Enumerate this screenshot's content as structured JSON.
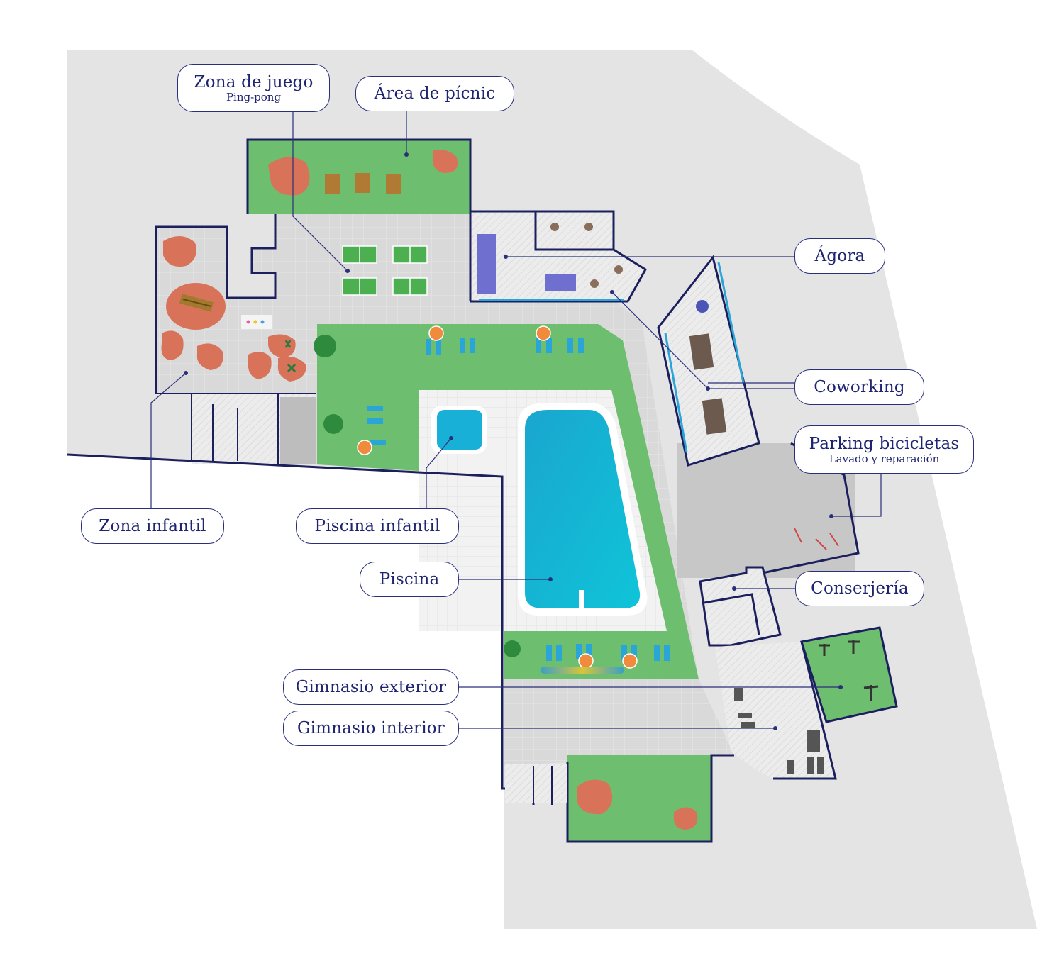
{
  "labels": {
    "zona_juego": {
      "title": "Zona de juego",
      "subtitle": "Ping-pong"
    },
    "area_picnic": {
      "title": "Área de pícnic"
    },
    "agora": {
      "title": "Ágora"
    },
    "coworking": {
      "title": "Coworking"
    },
    "parking": {
      "title": "Parking bicicletas",
      "subtitle": "Lavado y reparación"
    },
    "zona_infantil": {
      "title": "Zona infantil"
    },
    "piscina_infantil": {
      "title": "Piscina infantil"
    },
    "piscina": {
      "title": "Piscina"
    },
    "conserjeria": {
      "title": "Conserjería"
    },
    "gimnasio_exterior": {
      "title": "Gimnasio exterior"
    },
    "gimnasio_interior": {
      "title": "Gimnasio interior"
    }
  },
  "colors": {
    "ground": "#e4e4e4",
    "paving": "#d8d8d8",
    "lawn": "#6dbe6f",
    "wall": "#1c1f5e",
    "pool": "#17aed0",
    "pool_deck": "#f4f4f4",
    "play_mound": "#d8735a",
    "label_border": "#2a2f7a",
    "label_text": "#1f2470"
  }
}
